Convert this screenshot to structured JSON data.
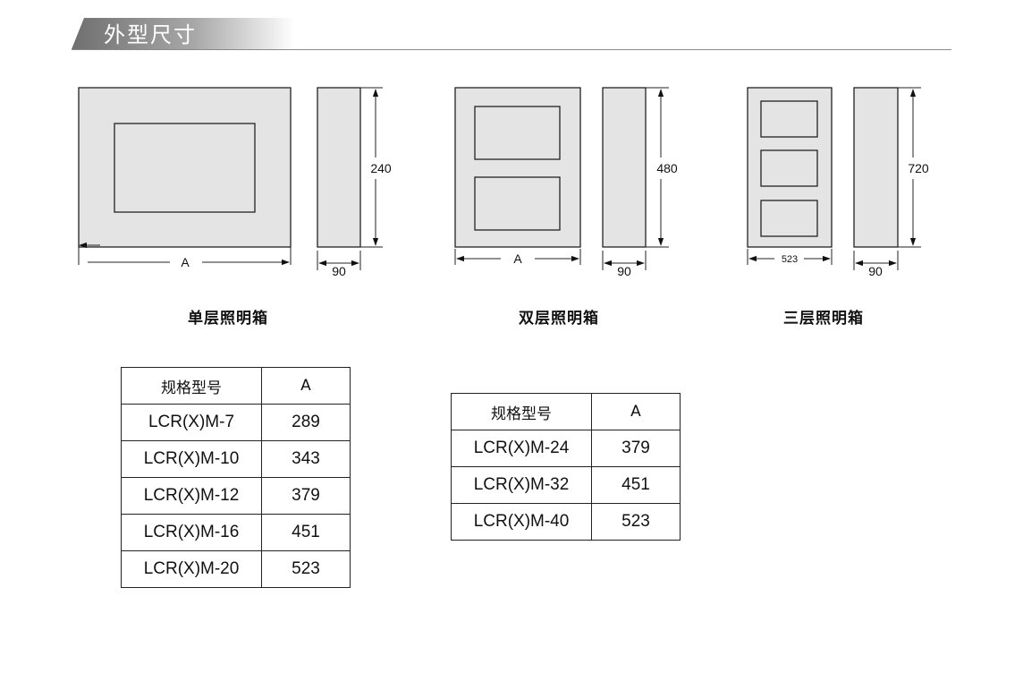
{
  "header": {
    "title": "外型尺寸"
  },
  "dimensions": {
    "single_height": "240",
    "double_height": "480",
    "triple_height": "720",
    "depth": "90",
    "width_label": "A",
    "triple_width": "523"
  },
  "captions": {
    "single": "单层照明箱",
    "double": "双层照明箱",
    "triple": "三层照明箱"
  },
  "table_left": {
    "headers": [
      "规格型号",
      "A"
    ],
    "rows": [
      [
        "LCR(X)M-7",
        "289"
      ],
      [
        "LCR(X)M-10",
        "343"
      ],
      [
        "LCR(X)M-12",
        "379"
      ],
      [
        "LCR(X)M-16",
        "451"
      ],
      [
        "LCR(X)M-20",
        "523"
      ]
    ]
  },
  "table_right": {
    "headers": [
      "规格型号",
      "A"
    ],
    "rows": [
      [
        "LCR(X)M-24",
        "379"
      ],
      [
        "LCR(X)M-32",
        "451"
      ],
      [
        "LCR(X)M-40",
        "523"
      ]
    ]
  }
}
